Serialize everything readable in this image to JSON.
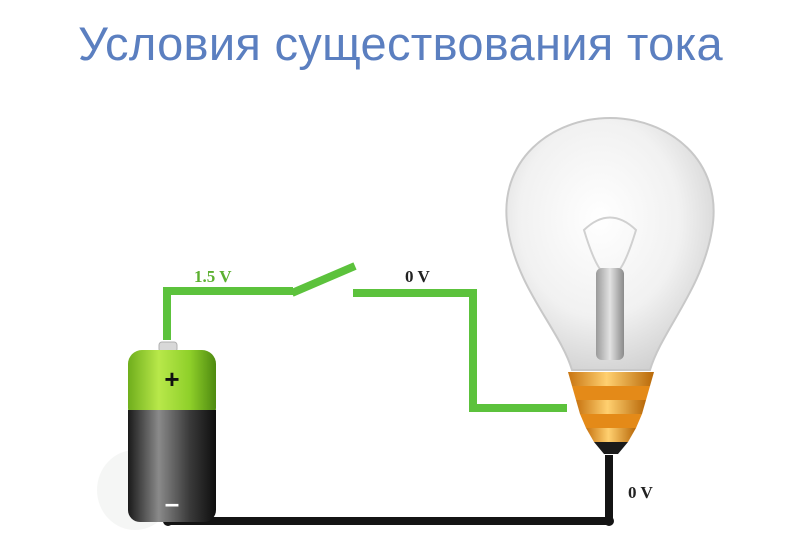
{
  "title": "Условия существования тока",
  "labels": {
    "battery_voltage": "1.5 V",
    "switch_out_voltage": "0 V",
    "return_voltage": "0 V"
  },
  "battery": {
    "positive_symbol": "+",
    "negative_symbol": "–"
  },
  "colors": {
    "title": "#5b7fc0",
    "live_wire": "#5cc23c",
    "ground_wire": "#141414",
    "label_live": "#5cb030",
    "label_dark": "#222222",
    "bulb_base": "#f0a020"
  }
}
